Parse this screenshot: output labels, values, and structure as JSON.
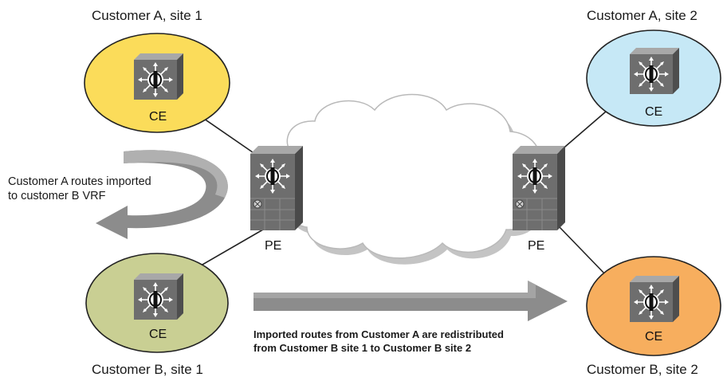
{
  "sites": {
    "a1": {
      "title": "Customer A, site 1",
      "device": "CE",
      "color": "#fbdc5a"
    },
    "a2": {
      "title": "Customer A, site 2",
      "device": "CE",
      "color": "#c6e8f6"
    },
    "b1": {
      "title": "Customer B, site 1",
      "device": "CE",
      "color": "#c9cf93"
    },
    "b2": {
      "title": "Customer B, site 2",
      "device": "CE",
      "color": "#f7ae5e"
    }
  },
  "pe_left": {
    "label": "PE"
  },
  "pe_right": {
    "label": "PE"
  },
  "annotations": {
    "import_line1": "Customer A routes imported",
    "import_line2": "to customer B VRF",
    "redistribute_line1": "Imported routes from Customer A are redistributed",
    "redistribute_line2": "from Customer B site 1 to Customer B site 2"
  },
  "colors": {
    "arrow": "#8c8c8c",
    "cloud": "#ffffff",
    "cloud_shadow": "#c4c4c4",
    "device_face": "#6a6a6a",
    "device_top": "#9a9a9a",
    "device_side": "#4a4a4a"
  },
  "icons": {
    "ce": "router-switch-icon",
    "pe": "provider-edge-router-icon",
    "cloud": "provider-network-cloud-icon"
  }
}
